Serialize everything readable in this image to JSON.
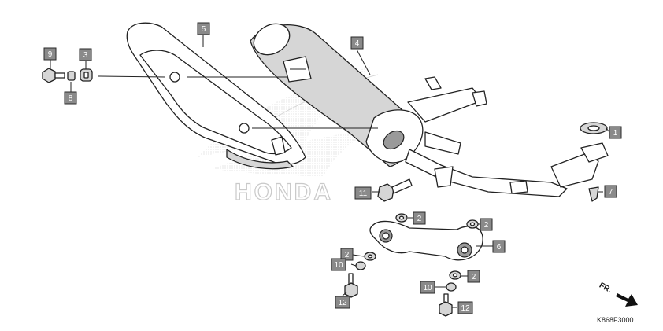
{
  "watermark": {
    "text": "HONDA"
  },
  "callouts": {
    "c1": "1",
    "c2a": "2",
    "c2b": "2",
    "c2c": "2",
    "c2d": "2",
    "c3": "3",
    "c4": "4",
    "c5": "5",
    "c6": "6",
    "c7": "7",
    "c8": "8",
    "c9": "9",
    "c10a": "10",
    "c10b": "10",
    "c11": "11",
    "c12a": "12",
    "c12b": "12"
  },
  "direction": {
    "label": "FR."
  },
  "diagram_code": "K868F3000"
}
